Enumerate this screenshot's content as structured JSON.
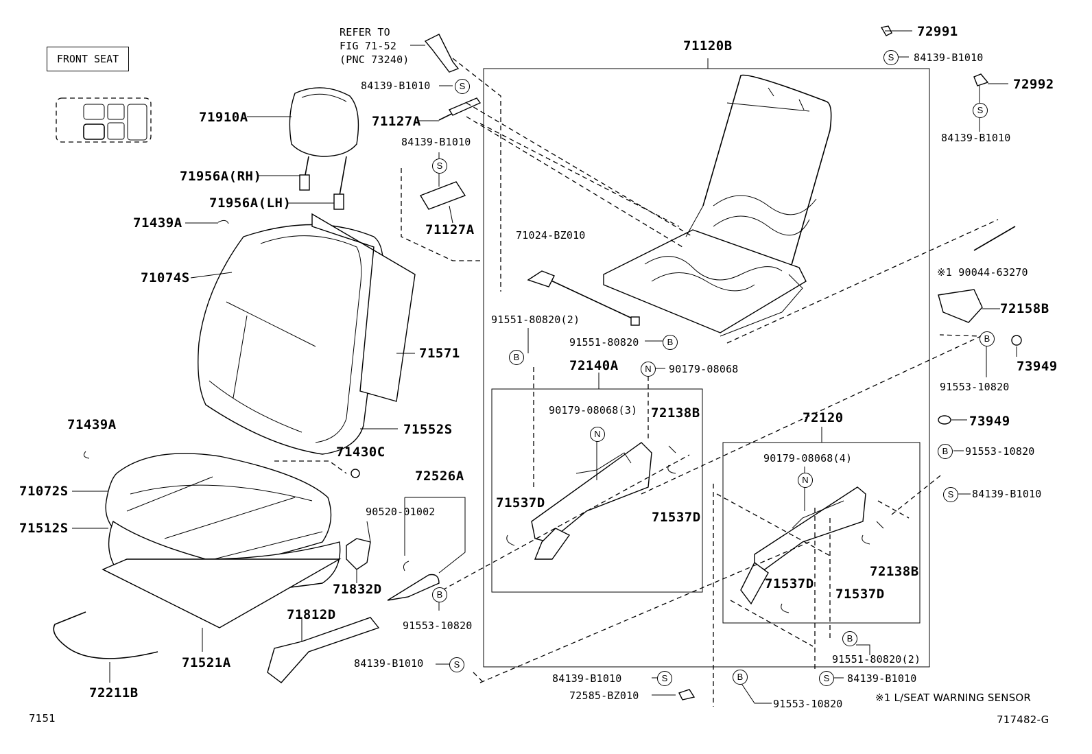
{
  "diagram": {
    "front_seat_label": "FRONT SEAT",
    "refer_note": [
      "REFER TO",
      "FIG 71-52",
      "(PNC 73240)"
    ],
    "footnote": "※1 L/SEAT WARNING SENSOR",
    "figure_number": "7151",
    "drawing_code": "717482-G",
    "badges": {
      "s": "S",
      "b": "B",
      "n": "N"
    },
    "parts": {
      "p71910A": "71910A",
      "p71956A_RH": "71956A(RH)",
      "p71956A_LH": "71956A(LH)",
      "p71439A_top": "71439A",
      "p71074S": "71074S",
      "p71571": "71571",
      "p71552S": "71552S",
      "p71439A_mid": "71439A",
      "p71430C": "71430C",
      "p71072S": "71072S",
      "p71512S": "71512S",
      "p71521A": "71521A",
      "p72211B": "72211B",
      "p72526A": "72526A",
      "p90520": "90520-01002",
      "p71832D": "71832D",
      "p71812D": "71812D",
      "p91553_left": "91553-10820",
      "p84139_bottom_left": "84139-B1010",
      "p84139_top": "84139-B1010",
      "p71127A_top": "71127A",
      "p84139_mid": "84139-B1010",
      "p71127A_bottom": "71127A",
      "p71120B": "71120B",
      "p71024": "71024-BZ010",
      "p91551_2": "91551-80820(2)",
      "p91551": "91551-80820",
      "p72140A": "72140A",
      "p90179_top": "90179-08068",
      "p90179_3": "90179-08068(3)",
      "p72138B_left": "72138B",
      "p71537D_a": "71537D",
      "p71537D_b": "71537D",
      "p72120": "72120",
      "p90179_4": "90179-08068(4)",
      "p72138B_right": "72138B",
      "p71537D_c": "71537D",
      "p71537D_d": "71537D",
      "p91551_2b": "91551-80820(2)",
      "p84139_bottom_mid": "84139-B1010",
      "p72585": "72585-BZ010",
      "p91553_bottom": "91553-10820",
      "p84139_bottom_right": "84139-B1010",
      "p72991": "72991",
      "p84139_r1": "84139-B1010",
      "p72992": "72992",
      "p84139_r2": "84139-B1010",
      "p90044": "※1 90044-63270",
      "p72158B": "72158B",
      "p73949_a": "73949",
      "p91553_r1": "91553-10820",
      "p73949_b": "73949",
      "p91553_r2": "91553-10820",
      "p84139_r3": "84139-B1010"
    }
  }
}
